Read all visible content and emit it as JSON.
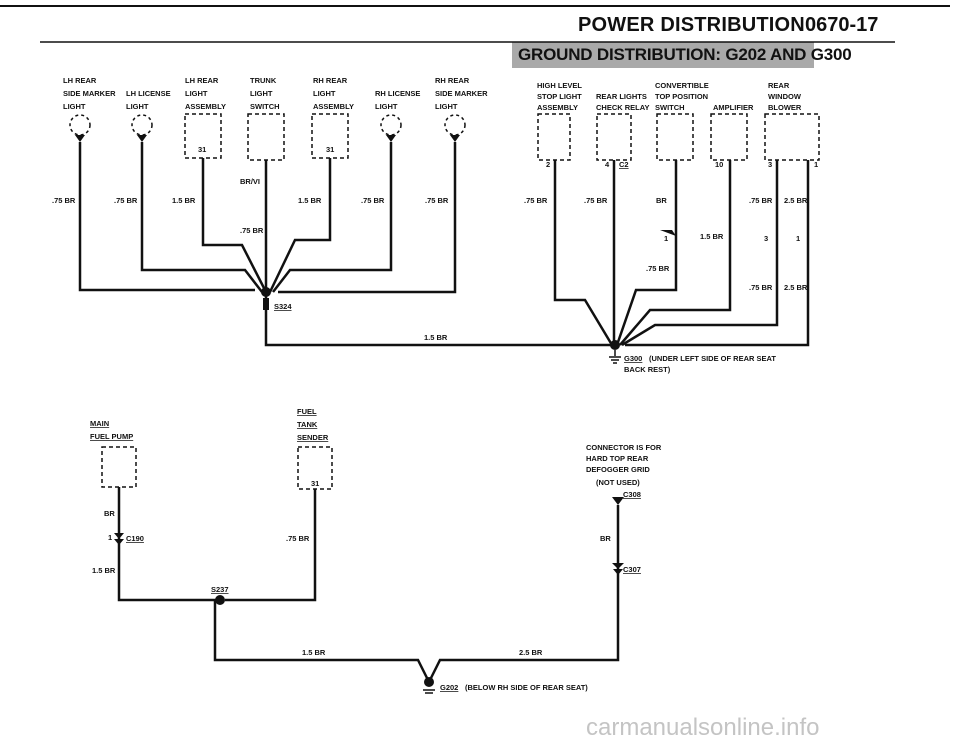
{
  "header": {
    "title": "POWER DISTRIBUTION",
    "page_number": "0670-17",
    "section_banner": "GROUND DISTRIBUTION: G202 AND G300"
  },
  "components_top": [
    {
      "name": [
        "LH REAR",
        "SIDE MARKER",
        "LIGHT"
      ]
    },
    {
      "name": [
        "LH LICENSE",
        "LIGHT"
      ]
    },
    {
      "name": [
        "LH REAR",
        "LIGHT",
        "ASSEMBLY"
      ]
    },
    {
      "name": [
        "TRUNK",
        "LIGHT",
        "SWITCH"
      ]
    },
    {
      "name": [
        "RH REAR",
        "LIGHT",
        "ASSEMBLY"
      ]
    },
    {
      "name": [
        "RH LICENSE",
        "LIGHT"
      ]
    },
    {
      "name": [
        "RH REAR",
        "SIDE MARKER",
        "LIGHT"
      ]
    },
    {
      "name": [
        "HIGH LEVEL",
        "STOP LIGHT",
        "ASSEMBLY"
      ]
    },
    {
      "name": [
        "REAR LIGHTS",
        "CHECK RELAY"
      ]
    },
    {
      "name": [
        "CONVERTIBLE",
        "TOP POSITION",
        "SWITCH"
      ]
    },
    {
      "name": [
        "AMPLIFIER"
      ]
    },
    {
      "name": [
        "REAR",
        "WINDOW",
        "BLOWER"
      ]
    }
  ],
  "wire_labels_top": {
    "w1": ".75 BR",
    "w2": ".75 BR",
    "w3": "1.5 BR",
    "w4": "BR/VI",
    "w4b": ".75 BR",
    "w5": "1.5 BR",
    "w6": ".75 BR",
    "w7": ".75 BR",
    "w8": ".75 BR",
    "w9": ".75 BR",
    "w10": "BR",
    "w10b": "1.5 BR",
    "w10c": ".75 BR",
    "w11": ".75 BR",
    "w11b": ".75 BR",
    "w12": "2.5 BR",
    "w12b": "2.5 BR",
    "main": "1.5 BR"
  },
  "pin_labels": {
    "p31a": "31",
    "p31b": "31",
    "p2": "2",
    "p4": "4",
    "c2": "C2",
    "p10": "10",
    "p3": "3",
    "p1": "1",
    "pin1a": "1",
    "pin3": "3",
    "pin1b": "1",
    "p31c": "31",
    "pin1c": "1"
  },
  "splices": {
    "s324": "S324",
    "s237": "S237"
  },
  "grounds": {
    "g300": "G300",
    "g300_desc_1": "(UNDER LEFT SIDE OF REAR SEAT",
    "g300_desc_2": "BACK REST)",
    "g202": "G202",
    "g202_desc": "(BELOW RH SIDE OF REAR SEAT)"
  },
  "components_bottom": [
    {
      "name": [
        "MAIN",
        "FUEL PUMP"
      ]
    },
    {
      "name": [
        "FUEL",
        "TANK",
        "SENDER"
      ]
    }
  ],
  "connector_note": [
    "CONNECTOR IS FOR",
    "HARD TOP REAR",
    "DEFOGGER GRID",
    "(NOT USED)"
  ],
  "connectors": {
    "c190": "C190",
    "c308": "C308",
    "c307": "C307"
  },
  "wire_labels_bottom": {
    "b1": "BR",
    "b2": "1.5 BR",
    "b3": ".75 BR",
    "b4": "BR",
    "b5": "1.5 BR",
    "b6": "2.5 BR"
  },
  "watermark": "carmanualsonline.info"
}
